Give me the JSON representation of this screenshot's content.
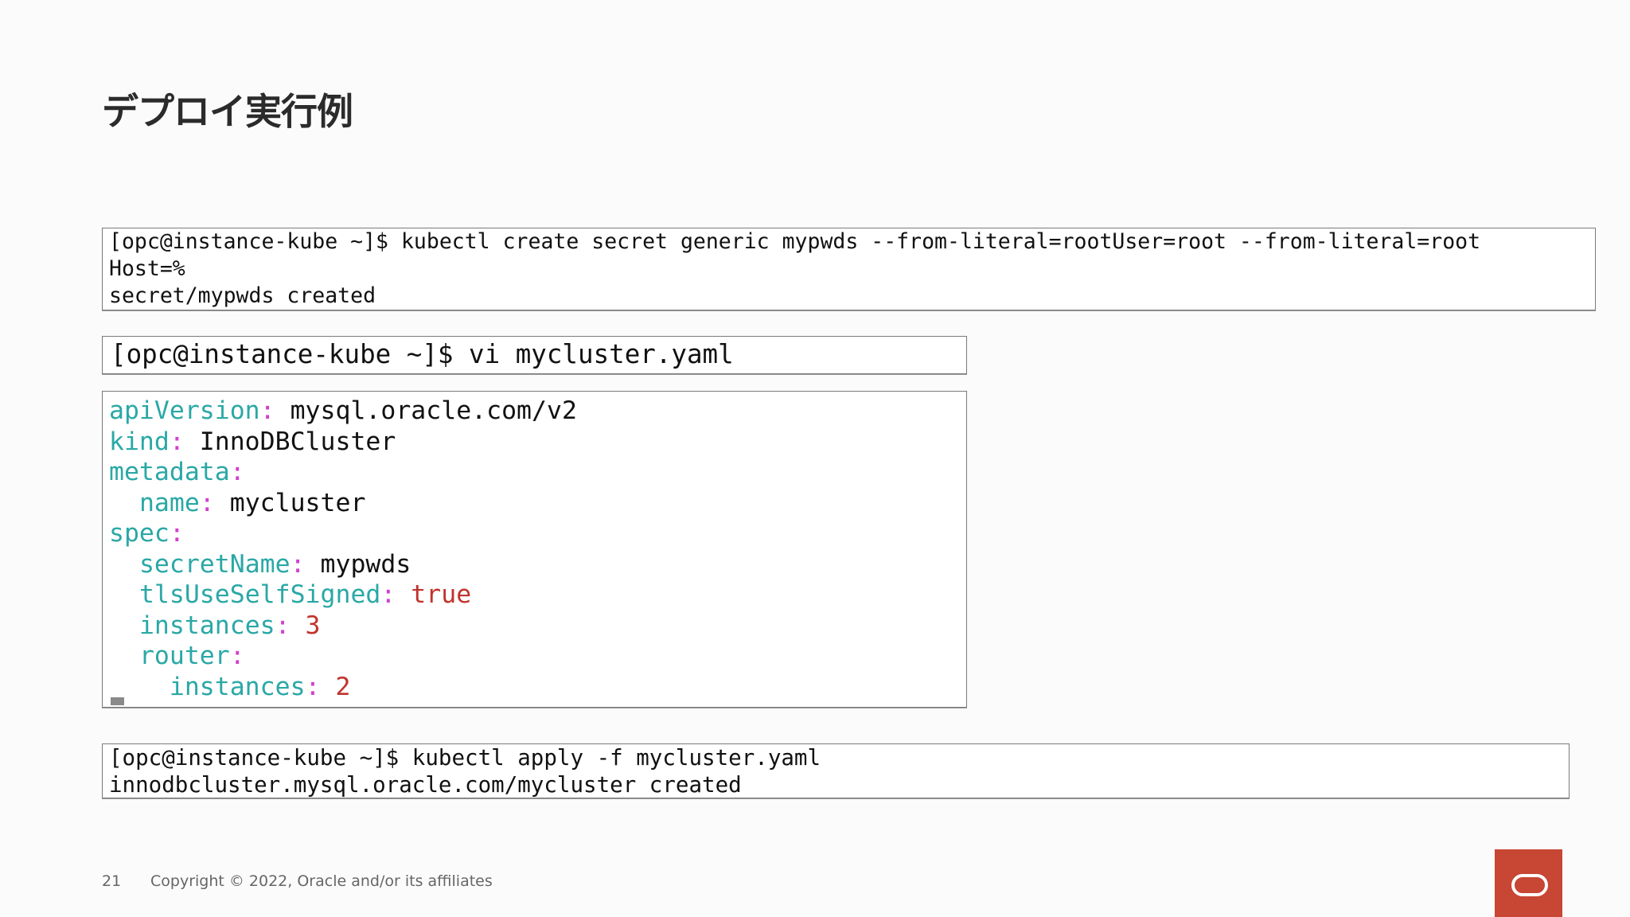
{
  "slide": {
    "title": "デプロイ実行例",
    "page_number": "21",
    "copyright": "Copyright © 2022, Oracle and/or its affiliates",
    "brand_color": "#c74634"
  },
  "terminal1": {
    "lines": [
      "[opc@instance-kube ~]$ kubectl create secret generic mypwds --from-literal=rootUser=root --from-literal=root",
      "Host=%",
      "secret/mypwds created"
    ]
  },
  "terminal2": {
    "lines": [
      "[opc@instance-kube ~]$ vi mycluster.yaml"
    ]
  },
  "yaml": {
    "colors": {
      "key": "#2aa8a6",
      "colon": "#d23fd0",
      "literal": "#c0332b"
    },
    "lines": [
      {
        "indent": "",
        "key": "apiVersion",
        "value": " mysql.oracle.com/v2",
        "type": "v"
      },
      {
        "indent": "",
        "key": "kind",
        "value": " InnoDBCluster",
        "type": "v"
      },
      {
        "indent": "",
        "key": "metadata",
        "value": "",
        "type": "v"
      },
      {
        "indent": "  ",
        "key": "name",
        "value": " mycluster",
        "type": "v"
      },
      {
        "indent": "",
        "key": "spec",
        "value": "",
        "type": "v"
      },
      {
        "indent": "  ",
        "key": "secretName",
        "value": " mypwds",
        "type": "v"
      },
      {
        "indent": "  ",
        "key": "tlsUseSelfSigned",
        "value": " true",
        "type": "n"
      },
      {
        "indent": "  ",
        "key": "instances",
        "value": " 3",
        "type": "n"
      },
      {
        "indent": "  ",
        "key": "router",
        "value": "",
        "type": "v"
      },
      {
        "indent": "    ",
        "key": "instances",
        "value": " 2",
        "type": "n"
      }
    ]
  },
  "terminal4": {
    "lines": [
      "[opc@instance-kube ~]$ kubectl apply -f mycluster.yaml",
      "innodbcluster.mysql.oracle.com/mycluster created"
    ]
  }
}
